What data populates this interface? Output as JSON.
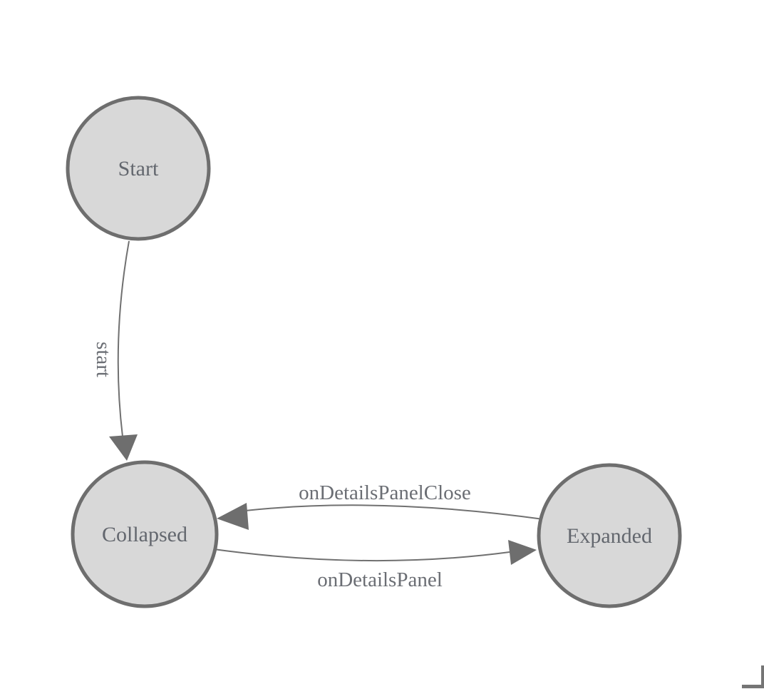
{
  "diagram": {
    "type": "state-machine",
    "nodes": [
      {
        "id": "start",
        "label": "Start"
      },
      {
        "id": "collapsed",
        "label": "Collapsed"
      },
      {
        "id": "expanded",
        "label": "Expanded"
      }
    ],
    "edges": [
      {
        "from": "Start",
        "to": "Collapsed",
        "label": "start"
      },
      {
        "from": "Expanded",
        "to": "Collapsed",
        "label": "onDetailsPanelClose"
      },
      {
        "from": "Collapsed",
        "to": "Expanded",
        "label": "onDetailsPanel"
      }
    ]
  },
  "colors": {
    "background": "#ffffff",
    "node_fill": "#d8d8d8",
    "node_stroke": "#6e6e6e",
    "edge_stroke": "#707070",
    "arrow_fill": "#6e6e6e",
    "label_text": "#6b6e74",
    "corner_mark": "#757575"
  }
}
